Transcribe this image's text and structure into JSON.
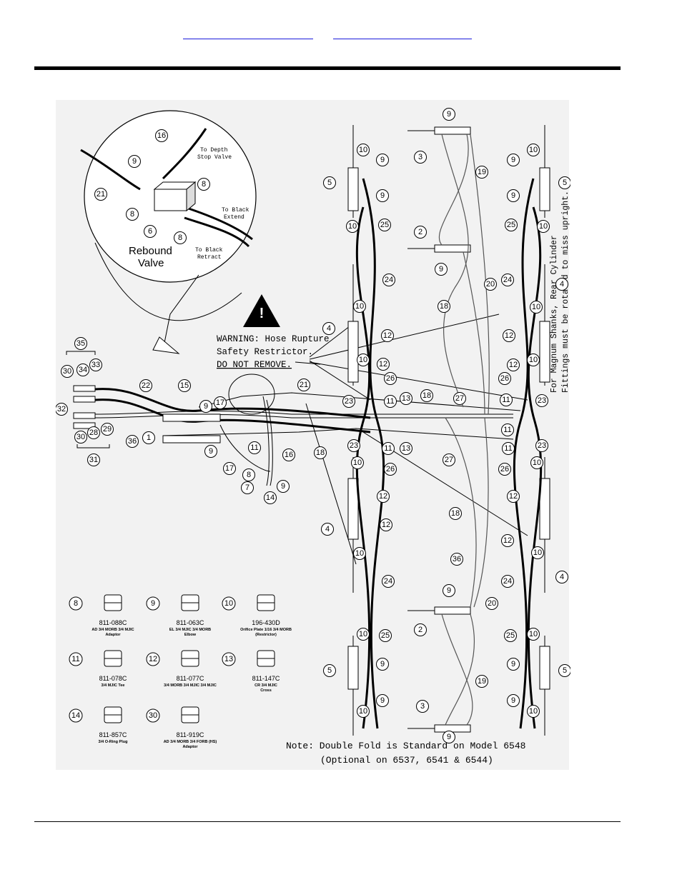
{
  "header": {
    "link_left": "",
    "link_right": ""
  },
  "detail": {
    "title_line1": "Rebound",
    "title_line2": "Valve",
    "to_depth_1": "To Depth",
    "to_depth_2": "Stop Valve",
    "to_black_extend_1": "To Black",
    "to_black_extend_2": "Extend",
    "to_black_retract_1": "To Black",
    "to_black_retract_2": "Retract"
  },
  "warning": {
    "line1": "WARNING: Hose Rupture",
    "line2": "Safety Restrictor.",
    "line3": "DO NOT REMOVE."
  },
  "side_note": {
    "line1": "For Magnum Shanks, Rear Cylinder",
    "line2": "Fittings must be rotated to miss upright."
  },
  "bottom_note": {
    "line1": "Note:  Double Fold is Standard on Model  6548",
    "line2": "(Optional on 6537, 6541 & 6544)"
  },
  "parts": [
    {
      "num": "8",
      "part": "811-088C",
      "desc1": "AD 3/4 MORB 3/4 MJIC",
      "desc2": "Adaptor"
    },
    {
      "num": "9",
      "part": "811-063C",
      "desc1": "EL 3/4 MJIC 3/4 MORB",
      "desc2": "Elbow"
    },
    {
      "num": "10",
      "part": "196-430D",
      "desc1": "Orifice Plate 1/16 3/4 MORB",
      "desc2": "(Restrictor)"
    },
    {
      "num": "11",
      "part": "811-078C",
      "desc1": "3/4 MJIC Tee",
      "desc2": ""
    },
    {
      "num": "12",
      "part": "811-077C",
      "desc1": "3/4 MORB 3/4 MJIC 3/4 MJIC",
      "desc2": ""
    },
    {
      "num": "13",
      "part": "811-147C",
      "desc1": "CR 3/4 MJIC",
      "desc2": "Cross"
    },
    {
      "num": "14",
      "part": "811-857C",
      "desc1": "3/4 O-Ring Plug",
      "desc2": ""
    },
    {
      "num": "30",
      "part": "811-919C",
      "desc1": "AD 3/4 MORB 3/4 FORB (HS)",
      "desc2": "Adaptor"
    }
  ],
  "callouts": [
    "1",
    "2",
    "3",
    "4",
    "5",
    "6",
    "7",
    "8",
    "9",
    "10",
    "11",
    "12",
    "13",
    "14",
    "15",
    "16",
    "17",
    "18",
    "19",
    "20",
    "21",
    "22",
    "23",
    "24",
    "25",
    "26",
    "27",
    "28",
    "29",
    "30",
    "31",
    "32",
    "33",
    "34",
    "35",
    "36"
  ]
}
